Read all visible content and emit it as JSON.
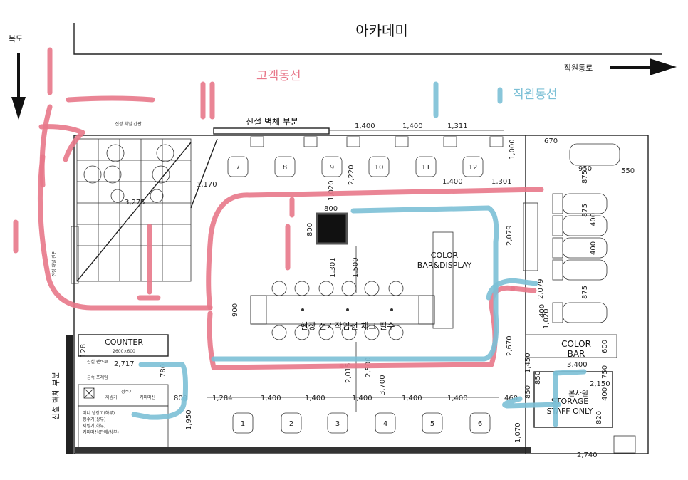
{
  "header": {
    "academy": "아카데미",
    "corridor": "복도",
    "staff_passage": "직원통로"
  },
  "handwritten": {
    "customer_flow": "고객동선",
    "staff_flow": "직원동선",
    "office": "본사원"
  },
  "labels": {
    "new_wall_top": "신설 벽체 부분",
    "new_wall_left": "신설 벽체 부분",
    "color_bar_display": [
      "COLOR",
      "BAR&DISPLAY"
    ],
    "color_bar": [
      "COLOR",
      "BAR"
    ],
    "storage": [
      "STORAGE",
      "STAFF ONLY"
    ],
    "counter": "COUNTER",
    "counter_size": "2600×600",
    "center_note": "현장 전기작업전 체크 필수",
    "display_window": "전정 채널 간판",
    "side_window": "전정 채널 간판",
    "side_small": [
      "신설 펜바보",
      "급속 프레임",
      "제빙기",
      "정수기",
      "커피머신",
      "미니 냉장고(하부)",
      "정수기(상부)",
      "제빙기(하부)",
      "커피머신(판매/상부)"
    ]
  },
  "stations": {
    "top": [
      "7",
      "8",
      "9",
      "10",
      "11",
      "12"
    ],
    "bottom": [
      "1",
      "2",
      "3",
      "4",
      "5",
      "6"
    ]
  },
  "dimensions": {
    "top_row": [
      "1,400",
      "1,400",
      "1,311"
    ],
    "top_misc": [
      "1,170",
      "3,275",
      "1,400",
      "1,301",
      "2,220",
      "1,020",
      "800",
      "800",
      "1,301",
      "1,500",
      "900",
      "1,000"
    ],
    "right_col": [
      "670",
      "950",
      "550",
      "875",
      "400",
      "400",
      "875",
      "875",
      "400",
      "1,020",
      "850",
      "600",
      "3,400",
      "750",
      "2,150",
      "400"
    ],
    "right_vert": [
      "2,079",
      "2,079",
      "2,670",
      "1,450",
      "850",
      "1,070",
      "820"
    ],
    "bottom_row": [
      "1,284",
      "1,400",
      "1,400",
      "1,400",
      "1,400",
      "1,400",
      "460"
    ],
    "bottom_misc": [
      "2,015",
      "2,500",
      "3,700",
      "2,717",
      "1,950",
      "800",
      "780",
      "128",
      "2,740"
    ]
  }
}
